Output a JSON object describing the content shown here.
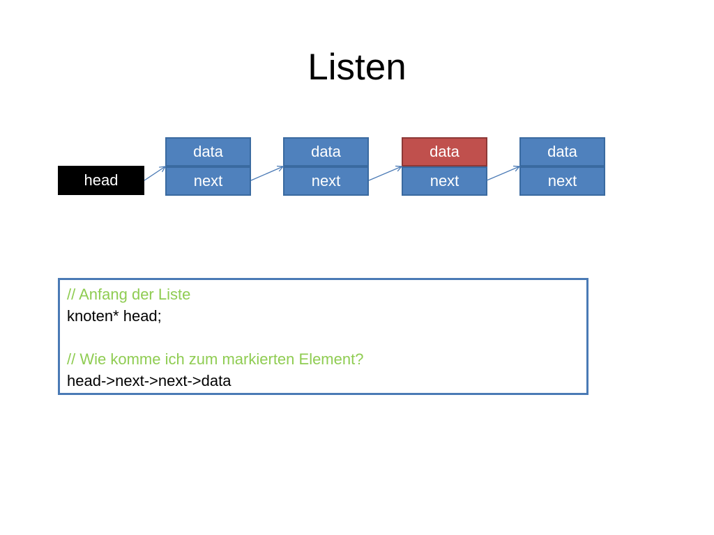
{
  "title": "Listen",
  "head_label": "head",
  "nodes": [
    {
      "data_label": "data",
      "next_label": "next",
      "highlighted": false
    },
    {
      "data_label": "data",
      "next_label": "next",
      "highlighted": false
    },
    {
      "data_label": "data",
      "next_label": "next",
      "highlighted": true
    },
    {
      "data_label": "data",
      "next_label": "next",
      "highlighted": false
    }
  ],
  "colors": {
    "node_fill": "#4f81bd",
    "node_highlight_fill": "#c0504d",
    "arrow": "#4a7ab5",
    "head_fill": "#000000",
    "comment_text": "#8fcc52"
  },
  "code": {
    "comment1": "// Anfang der Liste",
    "line1": "knoten* head;",
    "comment2": "// Wie komme ich zum markierten Element?",
    "line2": "head->next->next->data"
  }
}
